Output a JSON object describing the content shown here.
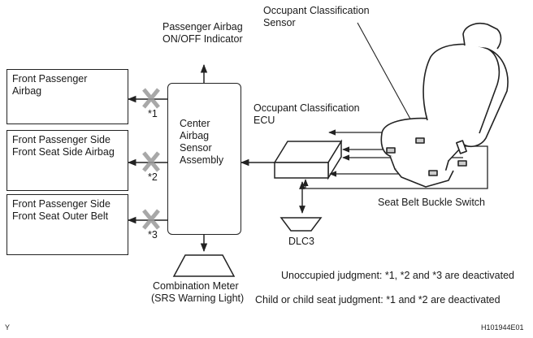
{
  "labels": {
    "passenger_airbag_indicator": [
      "Passenger Airbag",
      "ON/OFF Indicator"
    ],
    "occupant_classification_sensor": [
      "Occupant Classification",
      "Sensor"
    ],
    "occupant_classification_ecu": [
      "Occupant Classification",
      "ECU"
    ],
    "center_airbag_sensor_assembly": [
      "Center",
      "Airbag",
      "Sensor",
      "Assembly"
    ],
    "front_passenger_airbag": [
      "Front Passenger",
      "Airbag"
    ],
    "front_seat_side_airbag": [
      "Front Passenger Side",
      "Front Seat Side Airbag"
    ],
    "front_seat_outer_belt": [
      "Front Passenger Side",
      "Front Seat Outer Belt"
    ],
    "seat_belt_buckle_switch": "Seat Belt Buckle Switch",
    "dlc3": "DLC3",
    "combination_meter": [
      "Combination Meter",
      "(SRS Warning Light)"
    ],
    "marker_1": "*1",
    "marker_2": "*2",
    "marker_3": "*3"
  },
  "notes": {
    "unoccupied": "Unoccupied judgment: *1, *2 and *3 are deactivated",
    "child_seat": "Child or child seat judgment: *1 and *2 are deactivated"
  },
  "footer": {
    "corner_mark": "Y",
    "figure_id": "H101944E01"
  }
}
